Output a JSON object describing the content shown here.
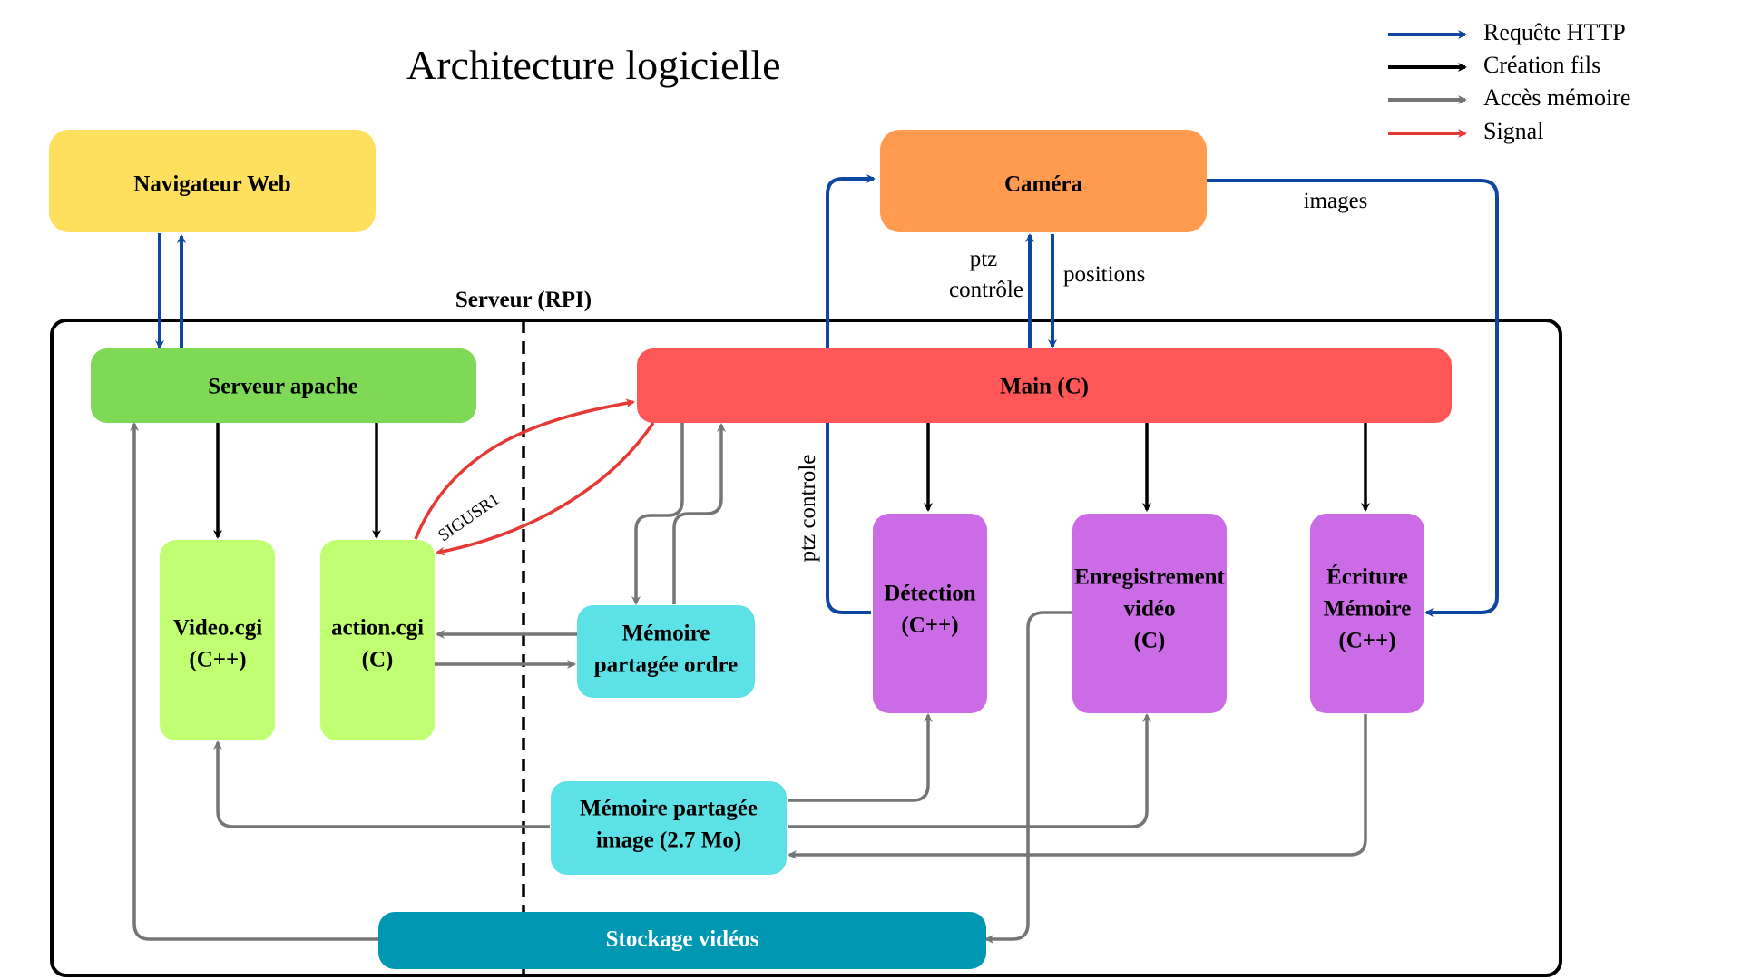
{
  "title": "Architecture logicielle",
  "legend": [
    {
      "label": "Requête HTTP",
      "color": "#0d47a1"
    },
    {
      "label": "Création fils",
      "color": "#000000"
    },
    {
      "label": "Accès mémoire",
      "color": "#757575"
    },
    {
      "label": "Signal",
      "color": "#e53935"
    }
  ],
  "server_label": "Serveur (RPI)",
  "nodes": {
    "navigateur": {
      "lines": [
        "Navigateur Web"
      ],
      "color": "#ffdf5e"
    },
    "camera": {
      "lines": [
        "Caméra"
      ],
      "color": "#ff9a4f"
    },
    "apache": {
      "lines": [
        "Serveur apache"
      ],
      "color": "#7ed957"
    },
    "main": {
      "lines": [
        "Main (C)"
      ],
      "color": "#ff5757"
    },
    "video_cgi": {
      "lines": [
        "Video.cgi",
        "(C++)"
      ],
      "color": "#c1ff72"
    },
    "action_cgi": {
      "lines": [
        "action.cgi",
        "(C)"
      ],
      "color": "#c1ff72"
    },
    "memoire_ordre": {
      "lines": [
        "Mémoire",
        "partagée ordre"
      ],
      "color": "#5ce1e6"
    },
    "detection": {
      "lines": [
        "Détection",
        "(C++)"
      ],
      "color": "#cb6ce6"
    },
    "enregistrement": {
      "lines": [
        "Enregistrement",
        "vidéo",
        "(C)"
      ],
      "color": "#cb6ce6"
    },
    "ecriture": {
      "lines": [
        "Écriture",
        "Mémoire",
        "(C++)"
      ],
      "color": "#cb6ce6"
    },
    "memoire_image": {
      "lines": [
        "Mémoire partagée",
        "image (2.7 Mo)"
      ],
      "color": "#5ce1e6"
    },
    "stockage": {
      "lines": [
        "Stockage vidéos"
      ],
      "color": "#0097b2"
    }
  },
  "edge_labels": {
    "images": "images",
    "ptz_controle_top": [
      "ptz",
      "contrôle"
    ],
    "positions": "positions",
    "ptz_controle_side": "ptz controle",
    "sigusr1": "SIGUSR1"
  }
}
